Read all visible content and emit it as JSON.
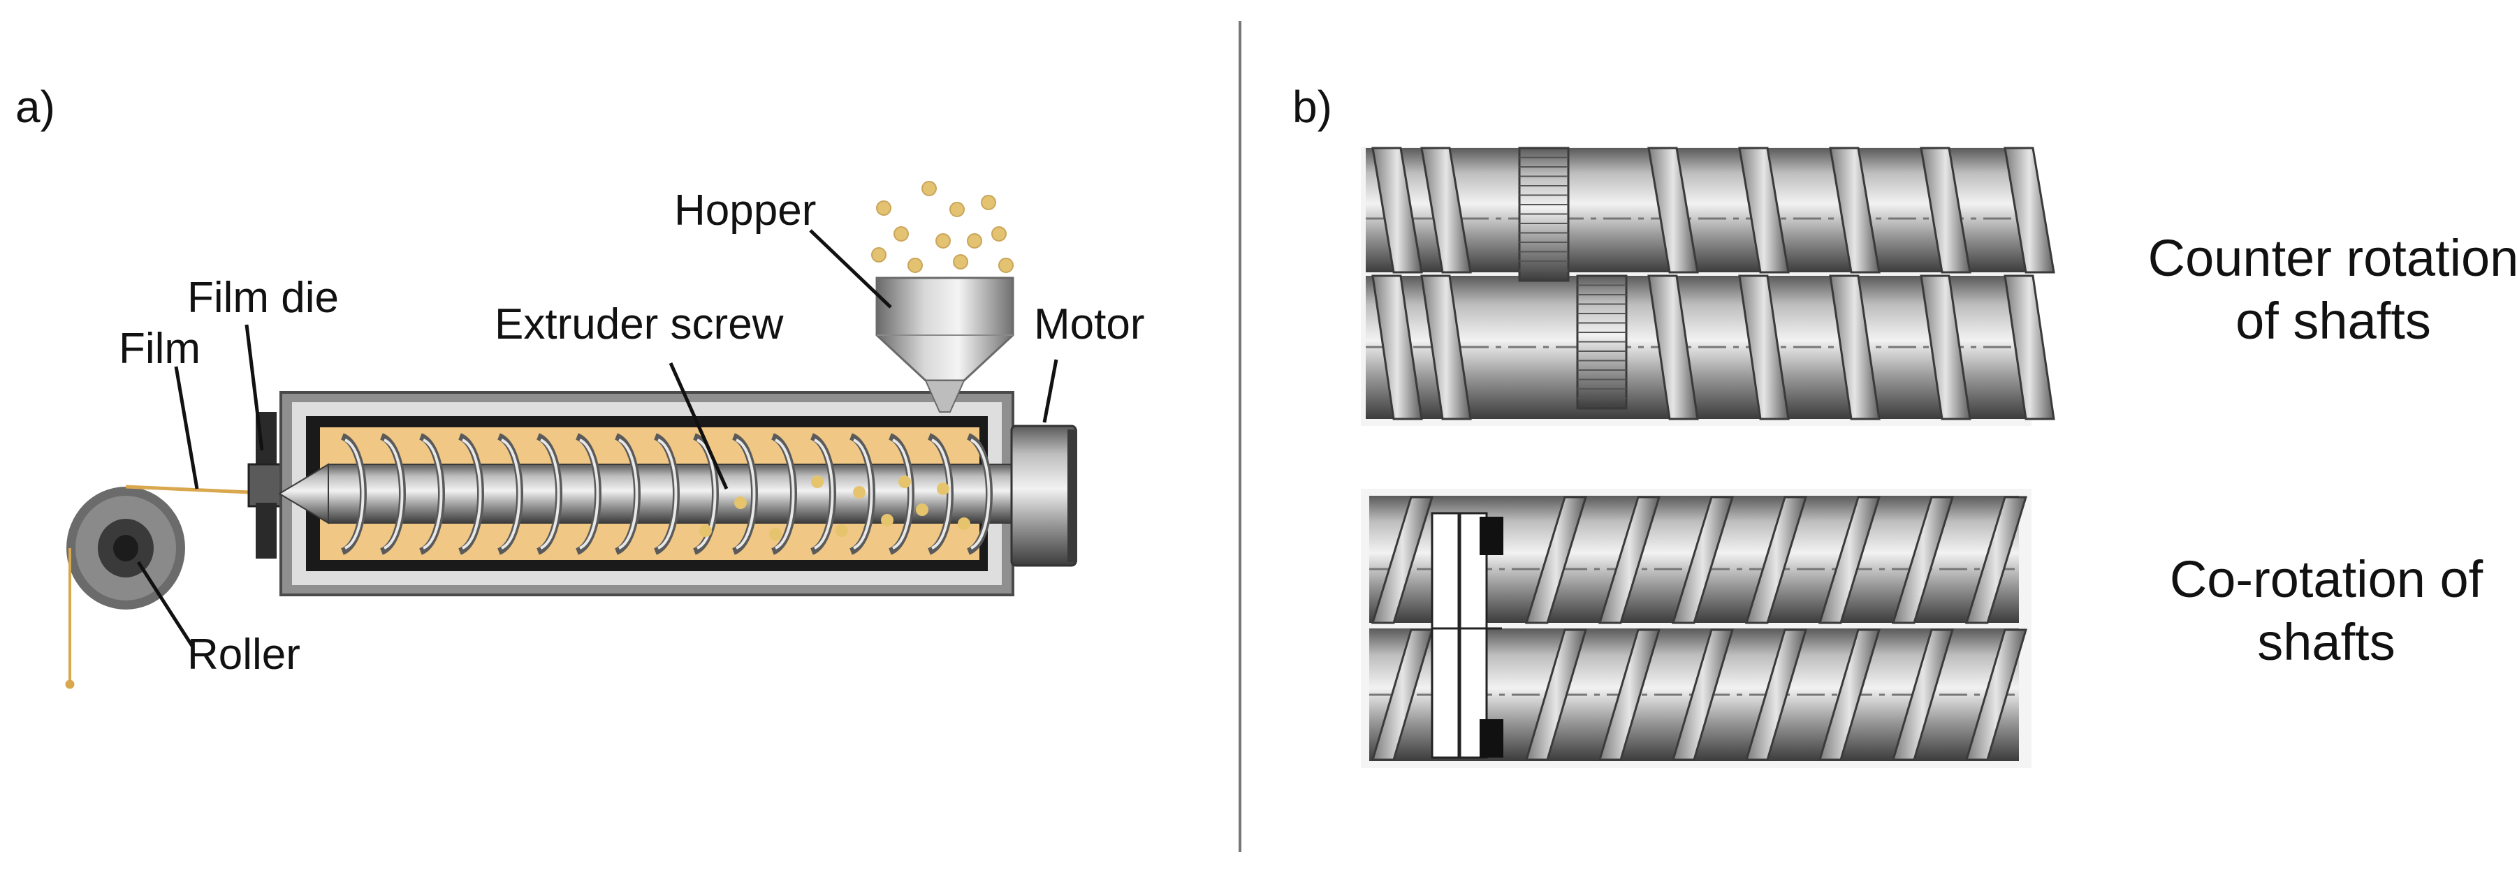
{
  "panel_a": {
    "label": "a)",
    "parts": {
      "hopper": "Hopper",
      "film_die": "Film die",
      "extruder_screw": "Extruder screw",
      "motor": "Motor",
      "film": "Film",
      "roller": "Roller"
    }
  },
  "panel_b": {
    "label": "b)",
    "counter_rotation": {
      "line1": "Counter rotation",
      "line2": "of shafts"
    },
    "co_rotation": {
      "line1": "Co-rotation of",
      "line2": "shafts"
    }
  },
  "colors": {
    "steel_dark": "#4a4a4a",
    "steel_light": "#e4e4e4",
    "melt": "#f0c784",
    "barrel": "#1a1a1a",
    "film": "#d9a84e"
  }
}
